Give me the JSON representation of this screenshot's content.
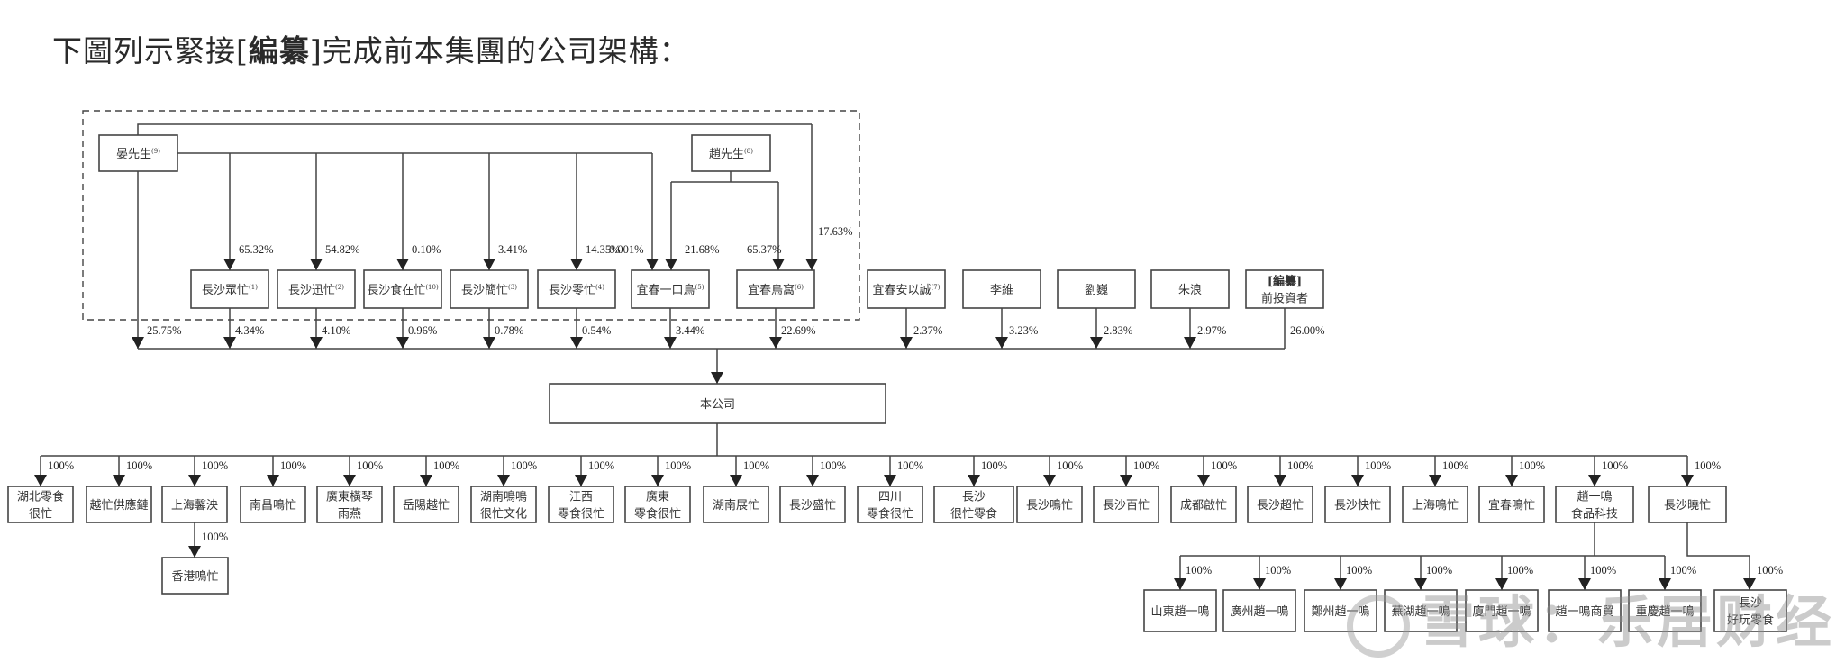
{
  "title": {
    "prefix": "下圖列示緊接[",
    "bold": "編纂",
    "suffix": "]完成前本集團的公司架構："
  },
  "shareholders_individual": {
    "yan": {
      "label": "晏先生",
      "note": "(9)"
    },
    "zhao": {
      "label": "趙先生",
      "note": "(8)"
    }
  },
  "holding_entities": [
    {
      "id": "h1",
      "label": "長沙眾忙",
      "note": "(1)",
      "parent_pct": "65.32%",
      "to_company_pct": "4.34%"
    },
    {
      "id": "h2",
      "label": "長沙迅忙",
      "note": "(2)",
      "parent_pct": "54.82%",
      "to_company_pct": "4.10%"
    },
    {
      "id": "h3",
      "label": "長沙食在忙",
      "note": "(10)",
      "parent_pct": "0.10%",
      "to_company_pct": "0.96%"
    },
    {
      "id": "h4",
      "label": "長沙簡忙",
      "note": "(3)",
      "parent_pct": "3.41%",
      "to_company_pct": "0.78%"
    },
    {
      "id": "h5",
      "label": "長沙零忙",
      "note": "(4)",
      "parent_pct": "14.35%",
      "to_company_pct": "0.54%"
    },
    {
      "id": "h6",
      "label": "宜春一口烏",
      "note": "(5)",
      "parent_pct": "0.001%",
      "zhao_pct": "21.68%",
      "to_company_pct": "3.44%"
    },
    {
      "id": "h7",
      "label": "宜春烏窩",
      "note": "(6)",
      "zhao_pct": "65.37%",
      "yan_direct_pct": "17.63%",
      "to_company_pct": "22.69%"
    }
  ],
  "yan_direct_to_company_pct": "25.75%",
  "other_shareholders": [
    {
      "id": "o1",
      "label": "宜春安以誠",
      "note": "(7)",
      "to_company_pct": "2.37%"
    },
    {
      "id": "o2",
      "label": "李維",
      "note": "",
      "to_company_pct": "3.23%"
    },
    {
      "id": "o3",
      "label": "劉巍",
      "note": "",
      "to_company_pct": "2.83%"
    },
    {
      "id": "o4",
      "label": "朱浪",
      "note": "",
      "to_company_pct": "2.97%"
    },
    {
      "id": "o5",
      "label_bold": "[編纂]",
      "label": "前投資者",
      "note": "",
      "to_company_pct": "26.00%"
    }
  ],
  "company": {
    "label": "本公司"
  },
  "subsidiaries": [
    {
      "label": [
        "湖北零食",
        "很忙"
      ],
      "pct": "100%"
    },
    {
      "label": [
        "越忙供應鏈"
      ],
      "pct": "100%"
    },
    {
      "label": [
        "上海馨泱"
      ],
      "pct": "100%",
      "children": [
        {
          "label": [
            "香港鳴忙"
          ],
          "pct": "100%"
        }
      ]
    },
    {
      "label": [
        "南昌鳴忙"
      ],
      "pct": "100%"
    },
    {
      "label": [
        "廣東橫琴",
        "雨燕"
      ],
      "pct": "100%"
    },
    {
      "label": [
        "岳陽越忙"
      ],
      "pct": "100%"
    },
    {
      "label": [
        "湖南鳴鳴",
        "很忙文化"
      ],
      "pct": "100%"
    },
    {
      "label": [
        "江西",
        "零食很忙"
      ],
      "pct": "100%"
    },
    {
      "label": [
        "廣東",
        "零食很忙"
      ],
      "pct": "100%"
    },
    {
      "label": [
        "湖南展忙"
      ],
      "pct": "100%"
    },
    {
      "label": [
        "長沙盛忙"
      ],
      "pct": "100%"
    },
    {
      "label": [
        "四川",
        "零食很忙"
      ],
      "pct": "100%"
    },
    {
      "label": [
        "長沙",
        "很忙零食"
      ],
      "pct": "100%"
    },
    {
      "label": [
        "長沙鳴忙"
      ],
      "pct": "100%"
    },
    {
      "label": [
        "長沙百忙"
      ],
      "pct": "100%"
    },
    {
      "label": [
        "成都啟忙"
      ],
      "pct": "100%"
    },
    {
      "label": [
        "長沙超忙"
      ],
      "pct": "100%"
    },
    {
      "label": [
        "長沙快忙"
      ],
      "pct": "100%"
    },
    {
      "label": [
        "上海鳴忙"
      ],
      "pct": "100%"
    },
    {
      "label": [
        "宜春鳴忙"
      ],
      "pct": "100%"
    },
    {
      "label": [
        "趙一鳴",
        "食品科技"
      ],
      "pct": "100%",
      "children": [
        {
          "label": [
            "山東趙一鳴"
          ],
          "pct": "100%"
        },
        {
          "label": [
            "廣州趙一鳴"
          ],
          "pct": "100%"
        },
        {
          "label": [
            "鄭州趙一鳴"
          ],
          "pct": "100%"
        },
        {
          "label": [
            "蕪湖趙一鳴"
          ],
          "pct": "100%"
        },
        {
          "label": [
            "廈門趙一鳴"
          ],
          "pct": "100%"
        },
        {
          "label": [
            "趙一鳴商貿"
          ],
          "pct": "100%"
        },
        {
          "label": [
            "重慶趙一鳴"
          ],
          "pct": "100%"
        }
      ]
    },
    {
      "label": [
        "長沙曉忙"
      ],
      "pct": "100%",
      "children": [
        {
          "label": [
            "長沙",
            "好玩零食"
          ],
          "pct": "100%"
        }
      ]
    }
  ],
  "watermark": {
    "text": "雪球：乐居财经"
  }
}
